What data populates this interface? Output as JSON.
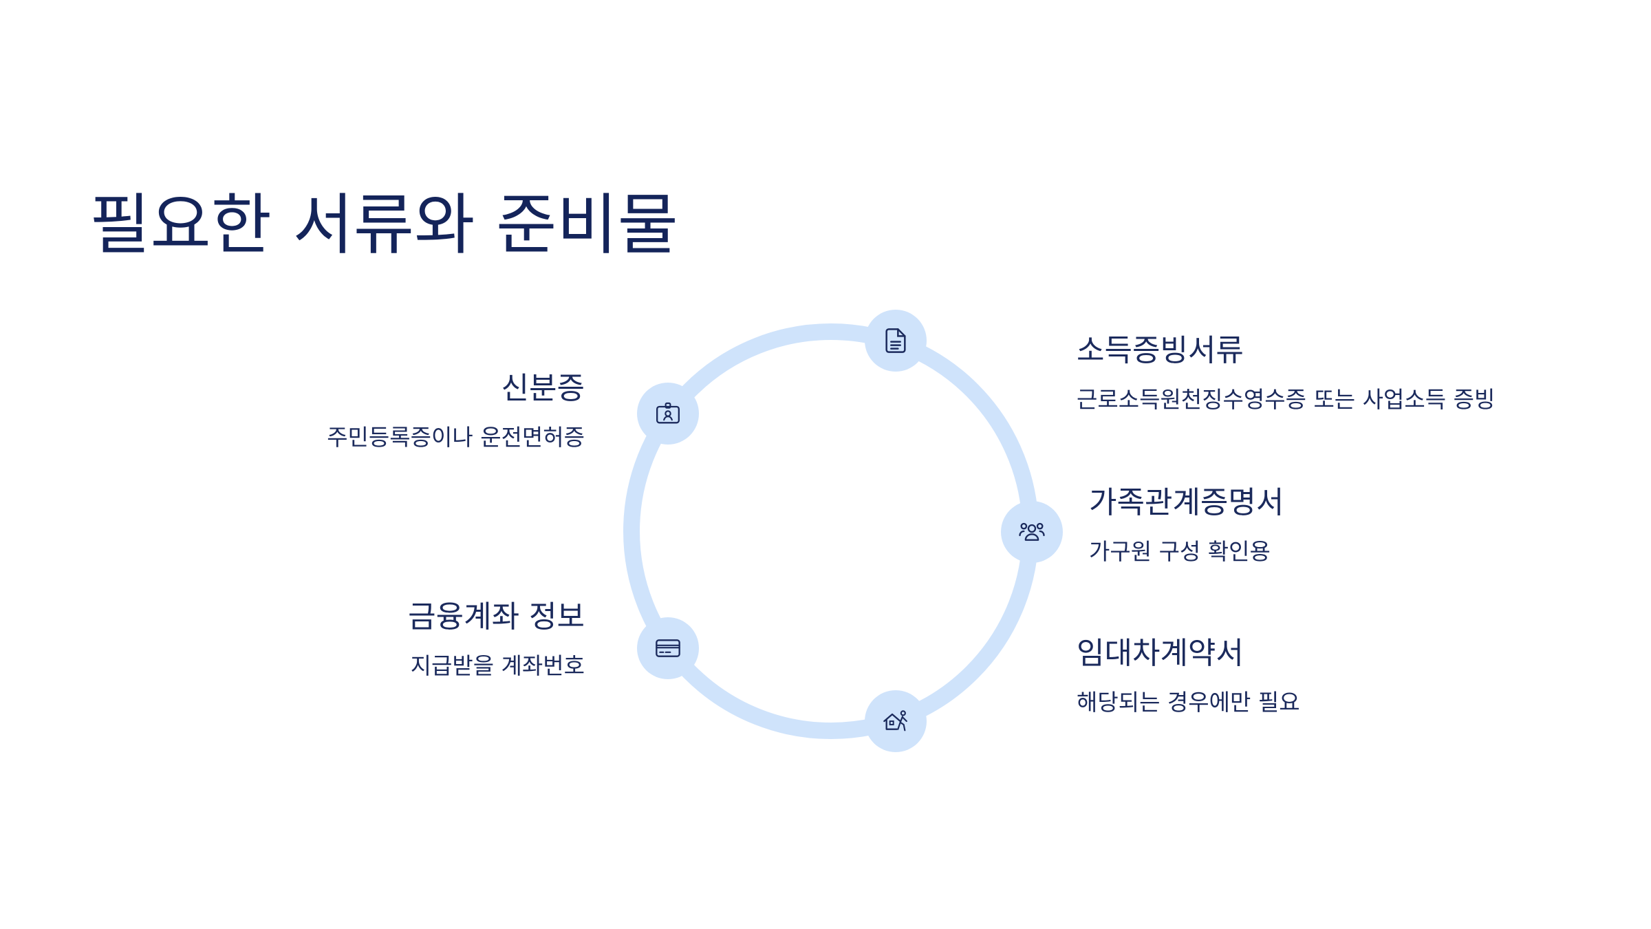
{
  "title": "필요한 서류와 준비물",
  "colors": {
    "ring": "#cfe3fb",
    "node": "#cfe3fb",
    "icon": "#1b2a5c",
    "text": "#1b2a5c"
  },
  "items": [
    {
      "title": "소득증빙서류",
      "desc": "근로소득원천징수영수증 또는 사업소득 증빙",
      "icon": "document-icon"
    },
    {
      "title": "가족관계증명서",
      "desc": "가구원 구성 확인용",
      "icon": "family-icon"
    },
    {
      "title": "임대차계약서",
      "desc": "해당되는 경우에만 필요",
      "icon": "house-contract-icon"
    },
    {
      "title": "금융계좌 정보",
      "desc": "지급받을 계좌번호",
      "icon": "credit-card-icon"
    },
    {
      "title": "신분증",
      "desc": "주민등록증이나 운전면허증",
      "icon": "id-badge-icon"
    }
  ]
}
